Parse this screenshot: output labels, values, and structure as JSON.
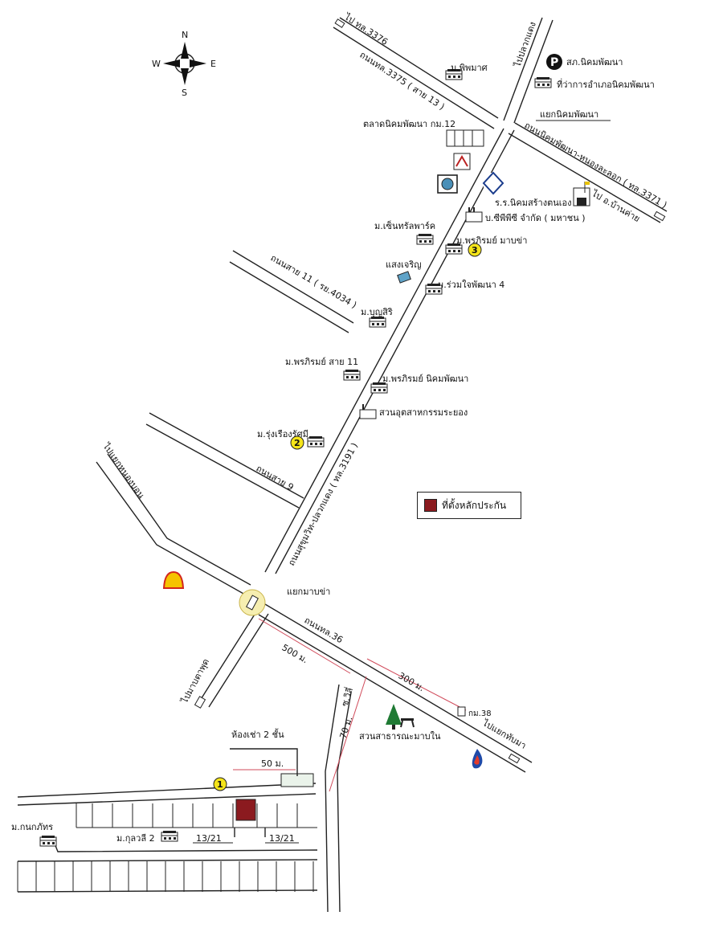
{
  "compass": {
    "n": "N",
    "s": "S",
    "e": "E",
    "w": "W"
  },
  "legend": {
    "label": "ที่ตั้งหลักประกัน",
    "swatch_color": "#8b1a1f"
  },
  "roads": {
    "r3376": "ไป ทล.3376",
    "r3375": "ถนนทล.3375 ( สาย 13 )",
    "plaeng": "ไปปลวกแดง",
    "junction_nikhom": "แยกนิคมพัฒนา",
    "r3371_name": "ถนนนิคมพัฒนา-หนองละลอก ( ทล.3371 )",
    "ban_khai": "ไป อ.บ้านค่าย",
    "line11": "ถนนสาย 11 ( รย.4034 )",
    "main_3191": "ถนนสุขุมวิท-ปลวกแดง ( ทล.3191 )",
    "line9": "ถนนสาย 9",
    "nongkhok": "ไปแยกหนองบอน",
    "junction_maptaphut": "แยกมาบข่า",
    "r36": "ถนนทล.36",
    "maptaphut_to": "ไปมาบตาพุด",
    "to_thapma": "ไปแยกทับมา",
    "soi": "ซ.วิลี่"
  },
  "places": {
    "police": "สภ.นิคมพัฒนา",
    "district": "ที่ว่าการอำเภอนิคมพัฒนา",
    "mphiphat": "ม.พิพมาศ",
    "market": "ตลาดนิคมพัฒนา กม.12",
    "school": "ร.ร.นิคมสร้างตนเอง",
    "ptt": "บ.ซีพีพีซี จำกัด ( มหาชน )",
    "central": "ม.เซ็นทรัลพาร์ค",
    "pornpirom_mab": "ม.พรภิรมย์ มาบข่า",
    "saengcharoen": "แสงเจริญ",
    "ruamjai": "ม.ร่วมใจพัฒนา 4",
    "boonsiri": "ม.บุญสิริ",
    "pornpirom11": "ม.พรภิรมย์ สาย 11",
    "pornpirom_nikhom": "ม.พรภิรมย์ นิคมพัฒนา",
    "industrial": "สวนอุตสาหกรรมระยอง",
    "rungruang": "ม.รุ่งเรืองรัศมี",
    "park": "สวนสาธารณะมาบใน",
    "km36": "กม.38",
    "rent": "ห้องเช่า 2 ชั้น",
    "kunkalsi": "ม.กุลวลี 2",
    "khanokphat": "ม.กนกภัทร",
    "house1": "13/21",
    "house2": "13/21"
  },
  "distances": {
    "d500": "500 ม.",
    "d300": "300 ม.",
    "d70": "70 ม.",
    "d50": "50 ม."
  },
  "markers": {
    "m1": "1",
    "m2": "2",
    "m3": "3"
  },
  "colors": {
    "marker_fill": "#f5e51a",
    "dim_line": "#d04a5a",
    "parking": "#111111"
  }
}
